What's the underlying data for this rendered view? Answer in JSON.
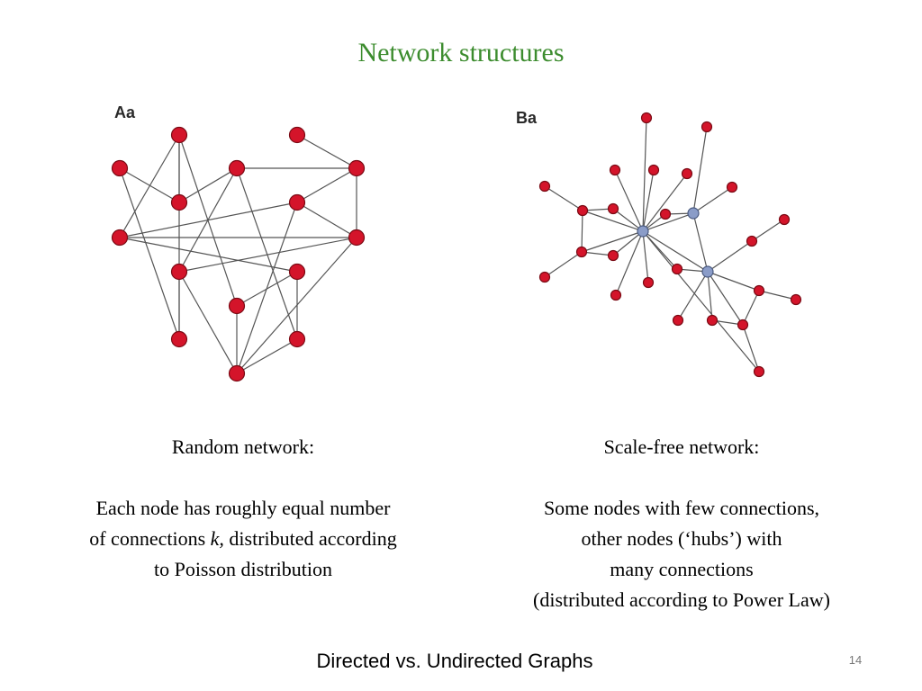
{
  "slide": {
    "title": "Network structures",
    "footer": "Directed vs. Undirected Graphs",
    "page_number": "14"
  },
  "panels": {
    "a": {
      "label": "Aa",
      "caption_heading": "Random network:",
      "caption_lines": [
        {
          "parts": [
            {
              "text": "Each node has roughly equal number",
              "italic": false
            }
          ]
        },
        {
          "parts": [
            {
              "text": "of connections ",
              "italic": false
            },
            {
              "text": "k,",
              "italic": true
            },
            {
              "text": " distributed according",
              "italic": false
            }
          ]
        },
        {
          "parts": [
            {
              "text": "to Poisson distribution",
              "italic": false
            }
          ]
        }
      ]
    },
    "b": {
      "label": "Ba",
      "caption_heading": "Scale-free network:",
      "caption_lines": [
        {
          "parts": [
            {
              "text": "Some nodes with few connections,",
              "italic": false
            }
          ]
        },
        {
          "parts": [
            {
              "text": "other nodes (‘hubs’) with",
              "italic": false
            }
          ]
        },
        {
          "parts": [
            {
              "text": "many connections",
              "italic": false
            }
          ]
        },
        {
          "parts": [
            {
              "text": "(distributed according to Power Law)",
              "italic": false
            }
          ]
        }
      ]
    }
  },
  "colors": {
    "title": "#3c8c2e",
    "node": "#d4142a",
    "hub": "#8a9cc8",
    "edge": "#555555"
  }
}
